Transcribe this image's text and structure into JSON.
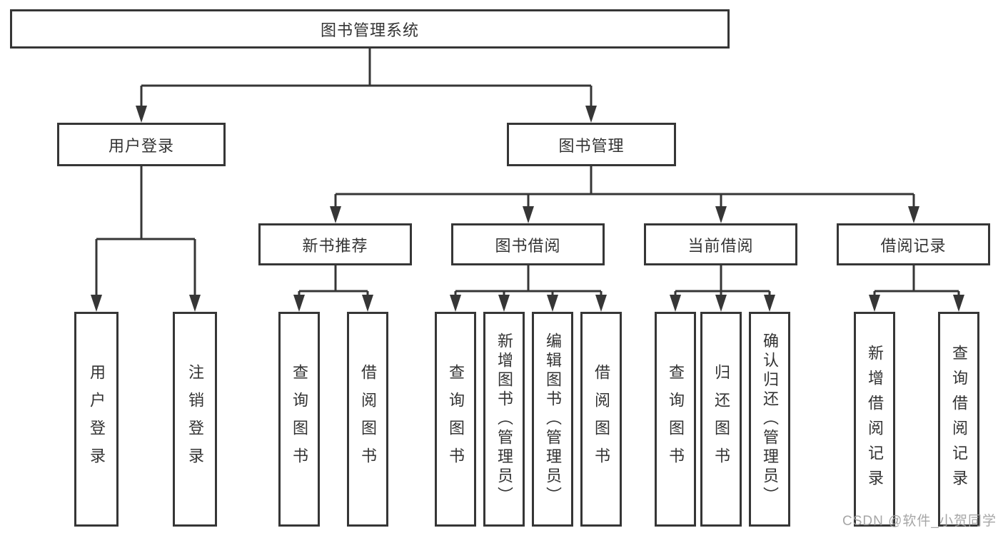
{
  "tree": {
    "label": "图书管理系统",
    "children": [
      {
        "label": "用户登录",
        "children": [
          {
            "label": "用户登录"
          },
          {
            "label": "注销登录"
          }
        ]
      },
      {
        "label": "图书管理",
        "children": [
          {
            "label": "新书推荐",
            "children": [
              {
                "label": "查询图书"
              },
              {
                "label": "借阅图书"
              }
            ]
          },
          {
            "label": "图书借阅",
            "children": [
              {
                "label": "查询图书"
              },
              {
                "label": "新增图书（管理员）"
              },
              {
                "label": "编辑图书（管理员）"
              },
              {
                "label": "借阅图书"
              }
            ]
          },
          {
            "label": "当前借阅",
            "children": [
              {
                "label": "查询图书"
              },
              {
                "label": "归还图书"
              },
              {
                "label": "确认归还（管理员）"
              }
            ]
          },
          {
            "label": "借阅记录",
            "children": [
              {
                "label": "新增借阅记录"
              },
              {
                "label": "查询借阅记录"
              }
            ]
          }
        ]
      }
    ]
  },
  "watermark": {
    "text": "CSDN @软件_小贺同学"
  },
  "colors": {
    "line": "#363636",
    "text": "#333333",
    "watermark": "#9f9f9f",
    "background": "#ffffff"
  }
}
